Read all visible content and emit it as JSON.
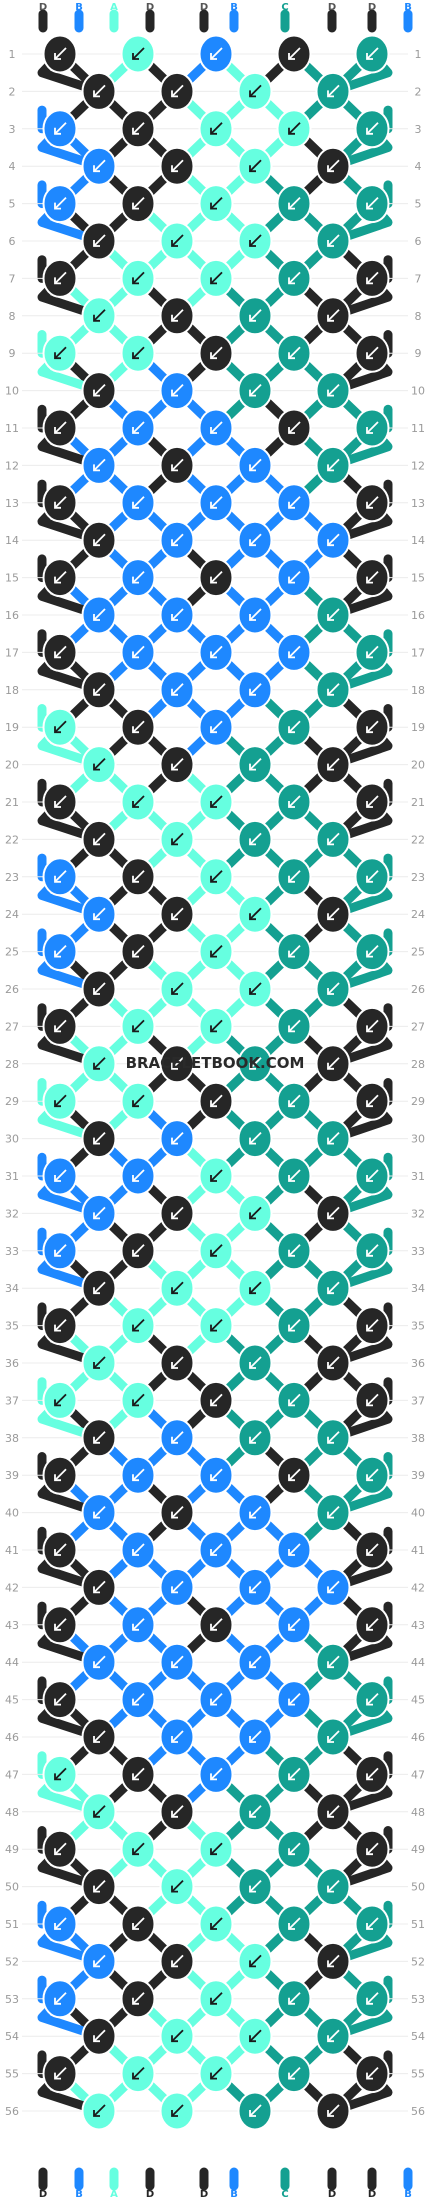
{
  "colors": {
    "A": "#66ffe0",
    "B": "#1e88ff",
    "C": "#14a091",
    "D": "#262626"
  },
  "strings": [
    "D",
    "B",
    "A",
    "D",
    "D",
    "B",
    "C",
    "D",
    "D",
    "B"
  ],
  "row_count": 56,
  "watermark": "BRACELETBOOK.COM",
  "pattern_rows": [
    "DABDC",
    "DDAC",
    "BDAAC",
    "BDAD",
    "BDACC",
    "DAAC",
    "DAACD",
    "ADCD",
    "AADCD",
    "DBCC",
    "DBBDC",
    "BDBC",
    "DBBBD",
    "DBBB",
    "DBDBD",
    "BBBC",
    "DBBBC",
    "DBBC",
    "ADBCD",
    "ADCD",
    "DAACD",
    "DACC",
    "BDACC",
    "BDAD",
    "BDACC",
    "DAAC",
    "DAACD",
    "ADCD",
    "AADCD",
    "DBCC",
    "BBACC",
    "BDAD",
    "BDACC",
    "DAAC",
    "DAACD",
    "ADCD",
    "AADCD",
    "DBCC",
    "DBBDC",
    "BDBC",
    "DBBBD",
    "DBBB",
    "DBDBD",
    "BBBC",
    "DBBBC",
    "DBBC",
    "ADBCD",
    "ADCD",
    "DAACD",
    "DACC",
    "BDACC",
    "BDAD",
    "BDACC",
    "DAAC",
    "DAACD",
    "AACD"
  ]
}
